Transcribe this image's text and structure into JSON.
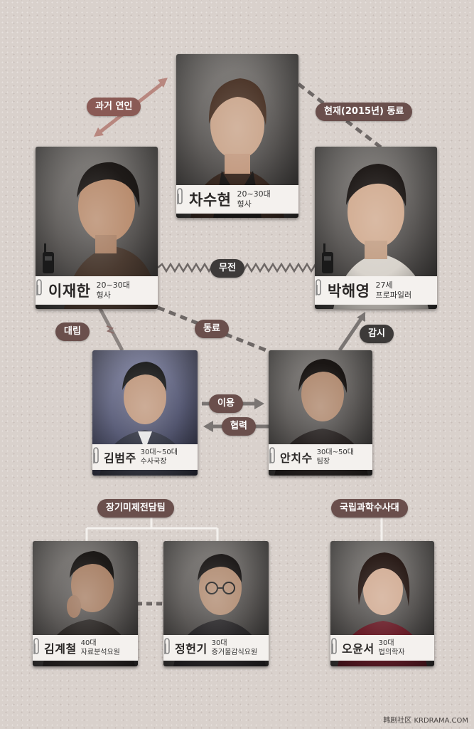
{
  "relations": {
    "past_lovers": "과거 연인",
    "colleagues_2015": "현재(2015년) 동료",
    "radio": "무전",
    "colleague": "동료",
    "conflict": "대립",
    "surveillance": "감시",
    "use": "이용",
    "cooperate": "협력"
  },
  "characters": {
    "cha_suhyun": {
      "name": "차수현",
      "age": "20~30대",
      "role": "형사"
    },
    "lee_jaehan": {
      "name": "이재한",
      "age": "20~30대",
      "role": "형사"
    },
    "park_haeyoung": {
      "name": "박해영",
      "age": "27세",
      "role": "프로파일러"
    },
    "kim_bumjoo": {
      "name": "김범주",
      "age": "30대~50대",
      "role": "수사국장"
    },
    "ahn_chisoo": {
      "name": "안치수",
      "age": "30대~50대",
      "role": "팀장"
    },
    "kim_gyechul": {
      "name": "김계철",
      "age": "40대",
      "role": "자료분석요원"
    },
    "jung_hungi": {
      "name": "정헌기",
      "age": "30대",
      "role": "증거물감식요원"
    },
    "oh_yoonseo": {
      "name": "오윤서",
      "age": "30대",
      "role": "법의학자"
    }
  },
  "groups": {
    "cold_case_team": "장기미제전담팀",
    "forensic_service": "국립과학수사대"
  },
  "credit": "韩剧社区 KRDRAMA.COM"
}
